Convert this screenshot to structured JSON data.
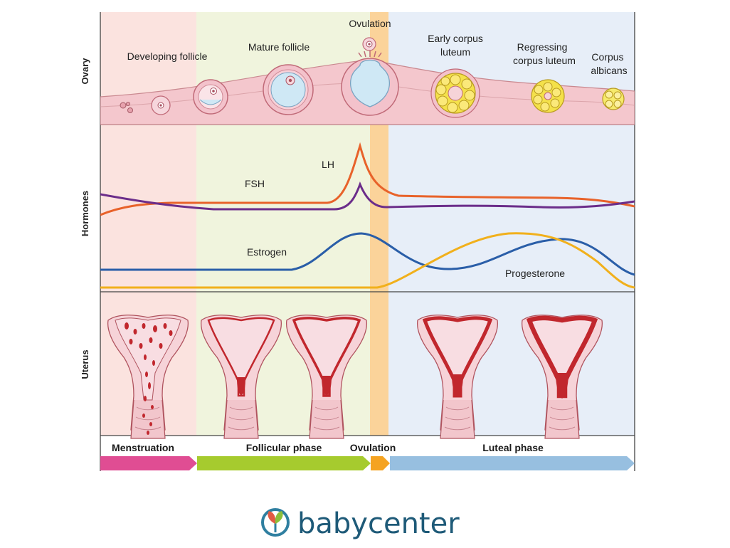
{
  "rows": {
    "ovary": "Ovary",
    "hormones": "Hormones",
    "uterus": "Uterus"
  },
  "ovary_stages": {
    "developing": "Developing follicle",
    "mature": "Mature follicle",
    "ovulation": "Ovulation",
    "early_cl_1": "Early corpus",
    "early_cl_2": "luteum",
    "regressing_1": "Regressing",
    "regressing_2": "corpus luteum",
    "albicans_1": "Corpus",
    "albicans_2": "albicans"
  },
  "hormones": {
    "lh": "LH",
    "fsh": "FSH",
    "estrogen": "Estrogen",
    "progesterone": "Progesterone"
  },
  "phases": {
    "menstruation": "Menstruation",
    "follicular": "Follicular phase",
    "ovulation": "Ovulation",
    "luteal": "Luteal phase"
  },
  "colors": {
    "menstruation_bg": "#fbe3df",
    "follicular_bg": "#f0f4dd",
    "ovulation_bg": "#fbd39a",
    "luteal_bg": "#e7eef8",
    "lh": "#e8622a",
    "fsh": "#6b2d8a",
    "estrogen": "#2a5ea8",
    "progesterone": "#f1b01c",
    "arrow_menstruation": "#e04d93",
    "arrow_follicular": "#a6cb2e",
    "arrow_ovulation": "#f5a321",
    "arrow_luteal": "#97bfe0"
  },
  "logo": {
    "text": "babycenter",
    "icon": "babycenter-logo-icon"
  }
}
